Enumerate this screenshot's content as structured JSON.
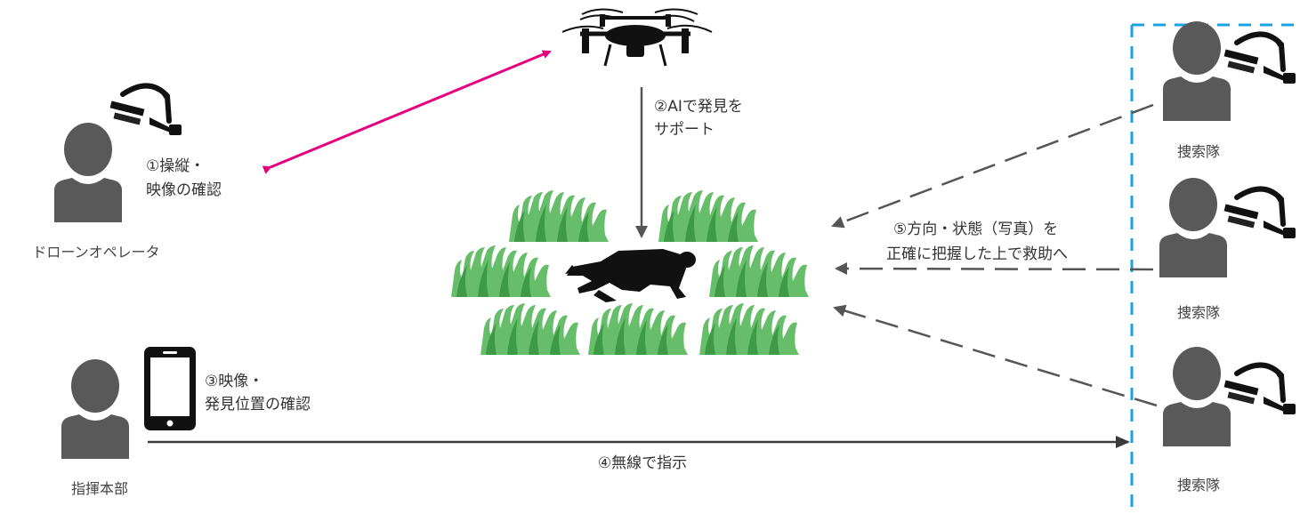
{
  "labels": {
    "operator": "ドローンオペレータ",
    "hq": "指揮本部",
    "team": "捜索隊"
  },
  "steps": {
    "s1": [
      "①操縦・",
      "映像の確認"
    ],
    "s2": [
      "②AIで発見を",
      "サポート"
    ],
    "s3": [
      "③映像・",
      "発見位置の確認"
    ],
    "s4": "④無線で指示",
    "s5": [
      "⑤方向・状態（写真）を",
      "正確に把握した上で救助へ"
    ]
  },
  "colors": {
    "person": "#595959",
    "accent_arrow": "#e5007f",
    "arrow": "#3a3a3a",
    "grass_light": "#67be6a",
    "grass_dark": "#3e9a46",
    "team_border": "#1ba3e0"
  },
  "icons": [
    "drone-icon",
    "smart-glasses-icon",
    "smartphone-icon",
    "person-icon",
    "grass-icon",
    "victim-icon"
  ]
}
